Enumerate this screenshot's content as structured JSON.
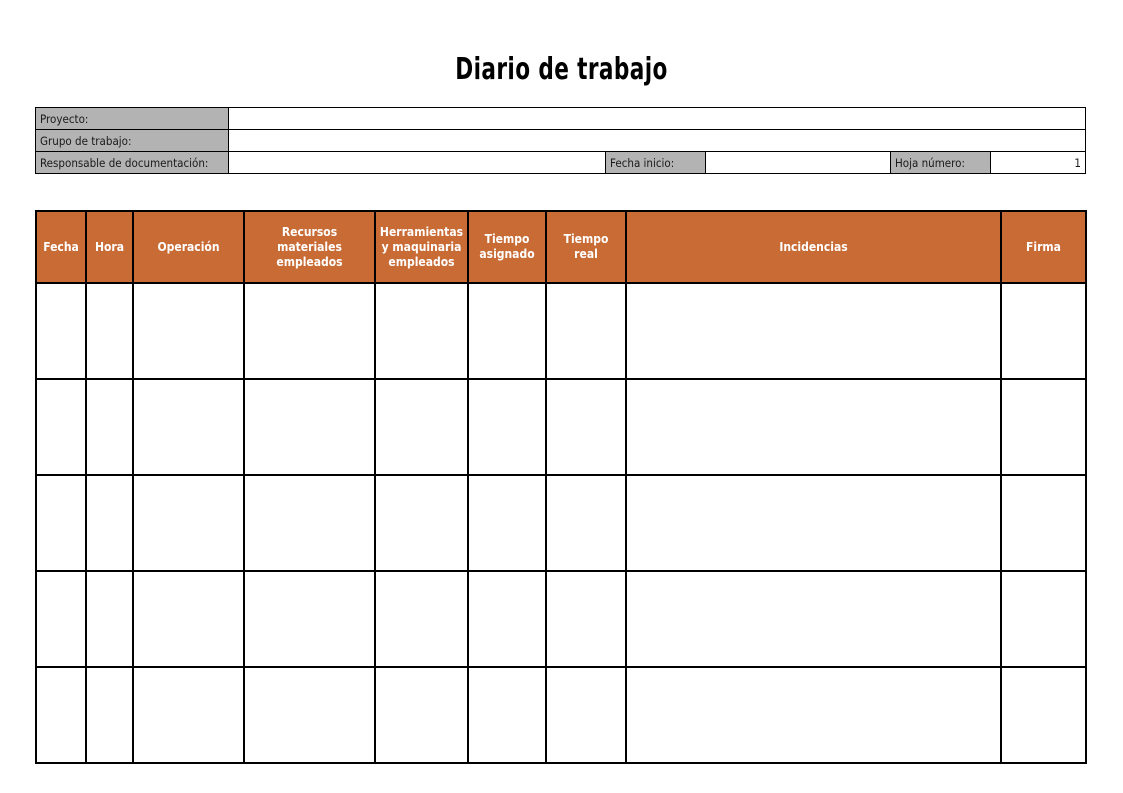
{
  "document": {
    "title": "Diario de trabajo"
  },
  "meta": {
    "rows": [
      {
        "label": "Proyecto:",
        "value": ""
      },
      {
        "label": "Grupo de trabajo:",
        "value": ""
      },
      {
        "label": "Responsable de documentación:",
        "value": ""
      }
    ],
    "fecha_inicio": {
      "label": "Fecha inicio:",
      "value": ""
    },
    "hoja_numero": {
      "label": "Hoja número:",
      "value": "1"
    }
  },
  "log_table": {
    "columns": [
      "Fecha",
      "Hora",
      "Operación",
      "Recursos materiales empleados",
      "Herramientas y maquinaria empleados",
      "Tiempo asignado",
      "Tiempo real",
      "Incidencias",
      "Firma"
    ],
    "rows": [
      [
        "",
        "",
        "",
        "",
        "",
        "",
        "",
        "",
        ""
      ],
      [
        "",
        "",
        "",
        "",
        "",
        "",
        "",
        "",
        ""
      ],
      [
        "",
        "",
        "",
        "",
        "",
        "",
        "",
        "",
        ""
      ],
      [
        "",
        "",
        "",
        "",
        "",
        "",
        "",
        "",
        ""
      ],
      [
        "",
        "",
        "",
        "",
        "",
        "",
        "",
        "",
        ""
      ]
    ]
  },
  "colors": {
    "header_orange": "#c96b35",
    "label_gray": "#b3b3b3",
    "border": "#000000",
    "text": "#000000"
  }
}
